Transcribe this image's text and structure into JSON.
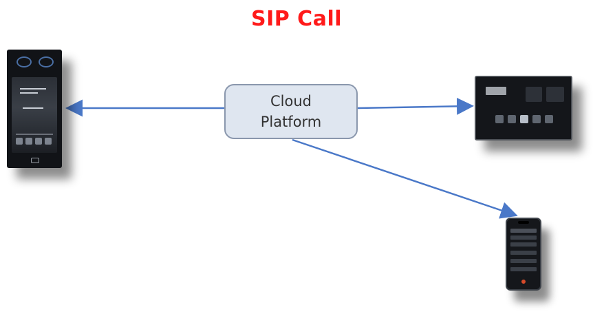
{
  "title": "SIP Call",
  "title_color": "#ff1a1a",
  "hub": {
    "lines": [
      "Cloud",
      "Platform"
    ],
    "fill": "#dfe6f0",
    "border": "#8a97ad"
  },
  "arrow_color": "#4a78c8",
  "devices": [
    {
      "id": "door-station",
      "icon": "door-station-icon"
    },
    {
      "id": "indoor-monitor",
      "icon": "indoor-monitor-icon"
    },
    {
      "id": "smartphone",
      "icon": "smartphone-icon"
    }
  ]
}
